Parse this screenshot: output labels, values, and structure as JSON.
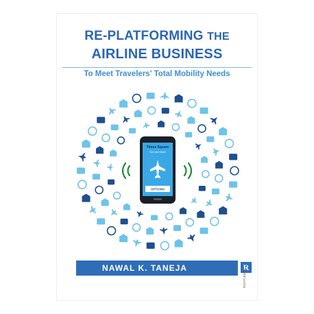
{
  "book": {
    "title_line1_main": "RE-PLATFORMING",
    "title_line1_small": "THE",
    "title_line2": "AIRLINE BUSINESS",
    "subtitle": "To Meet Travelers' Total Mobility Needs",
    "author": "NAWAL K. TANEJA",
    "publisher_letter": "R",
    "publisher_name": "ROUTLEDGE"
  },
  "phone_screen": {
    "heading": "Times Square",
    "subheading": "Get me there",
    "option_button": "OPTIONS"
  },
  "colors": {
    "title_blue": "#2b66b3",
    "subtitle_blue": "#3d8fd4",
    "author_bar": "#2f6db7",
    "icon_light": "#6fc3e8",
    "icon_dark": "#1f4f8f",
    "phone_screen": "#3aa8e6",
    "signal_green": "#1f8a3a"
  },
  "ring_icons": [
    "ticket-icon",
    "globe-icon",
    "luggage-icon",
    "phone-icon",
    "hotel-icon",
    "plane-icon",
    "bus-icon",
    "taxi-icon",
    "fork-icon",
    "building-icon",
    "person-icon",
    "passport-icon",
    "coffee-icon",
    "map-pin-icon",
    "cart-icon",
    "clock-icon",
    "boarding-pass-icon",
    "train-icon",
    "wifi-icon",
    "bag-icon"
  ]
}
